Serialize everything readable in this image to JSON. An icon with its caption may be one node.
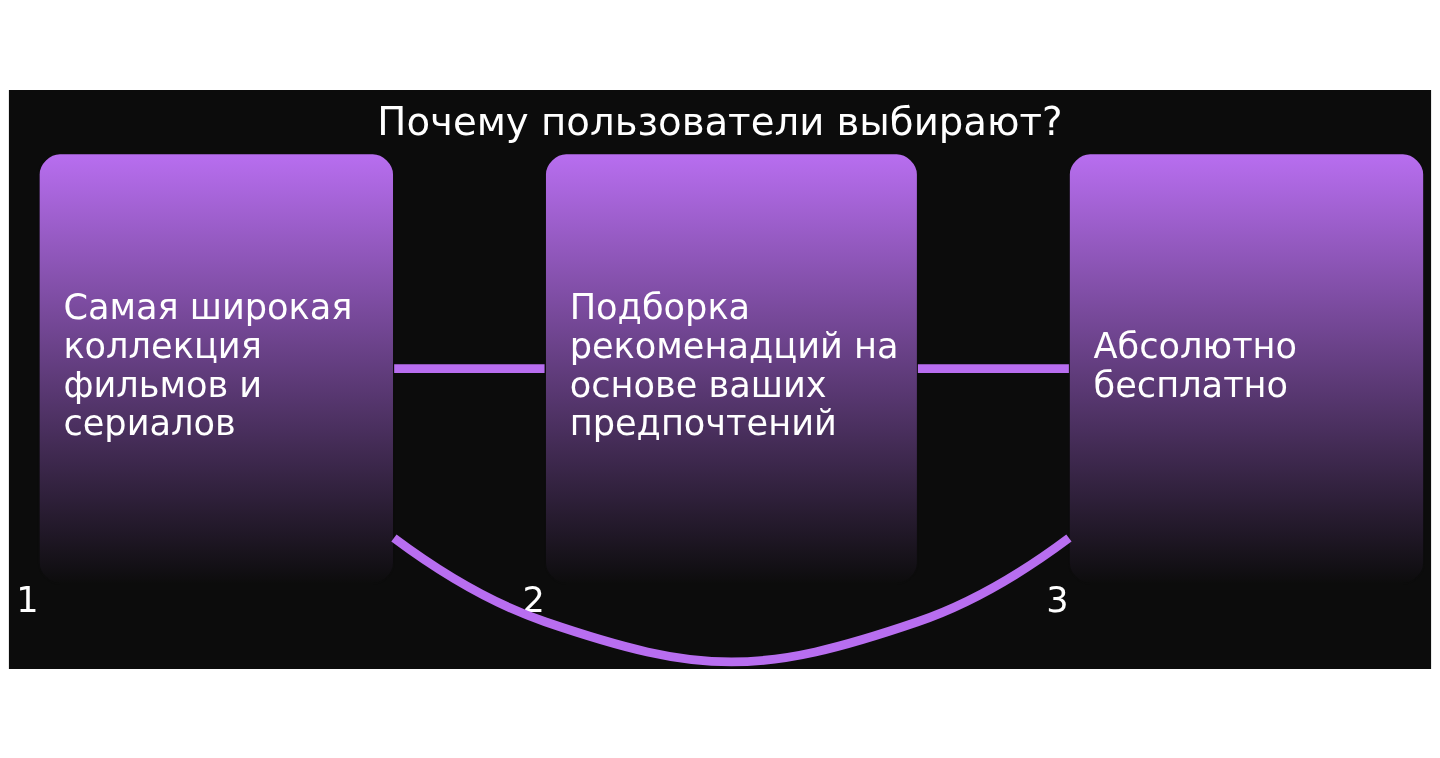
{
  "diagram": {
    "title": "Почему пользователи выбирают?",
    "nodes": [
      {
        "text": [
          "Самая широкая коллекция фильмов и сериалов"
        ],
        "beside": [
          "1"
        ]
      },
      {
        "text": [
          "Подборка рекоменадций на основе ваших предпочтений"
        ],
        "beside": [
          "2"
        ]
      },
      {
        "text": [
          "Абсолютно бесплатно"
        ],
        "beside": [
          "3"
        ]
      }
    ],
    "edges": [
      {
        "from": 0,
        "to": 1,
        "arrow": "none"
      },
      {
        "from": 1,
        "to": 2,
        "arrow": "none"
      },
      {
        "from": 0,
        "to": 2,
        "arrow": "none"
      }
    ]
  }
}
